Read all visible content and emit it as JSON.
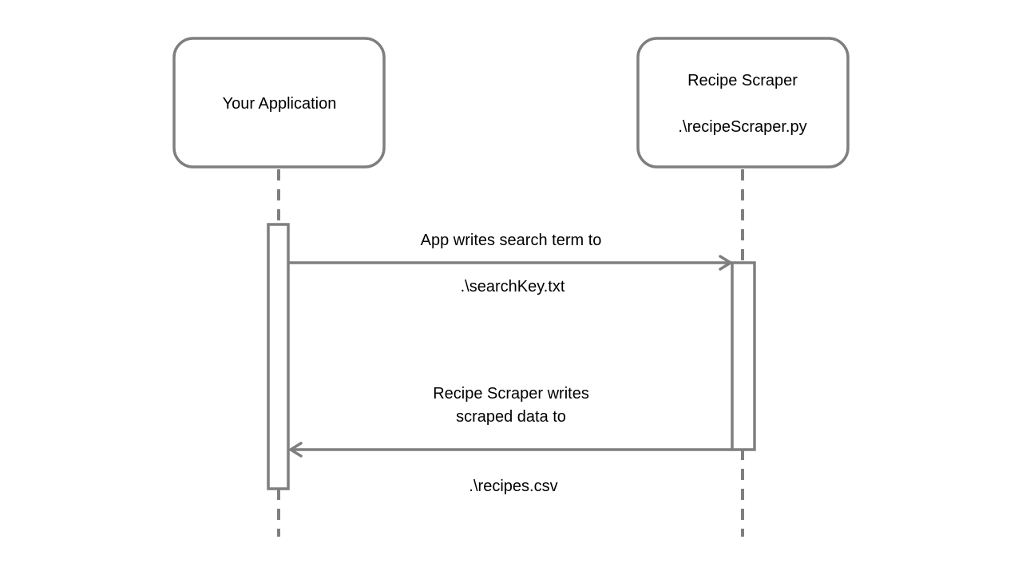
{
  "colors": {
    "stroke": "#7f7f7f",
    "fill": "#ffffff",
    "text": "#000000"
  },
  "participants": [
    {
      "name": "Your Application",
      "lines": [
        "Your Application"
      ]
    },
    {
      "name": "Recipe Scraper",
      "lines": [
        "Recipe Scraper",
        "",
        ".\\recipeScraper.py"
      ]
    }
  ],
  "messages": [
    {
      "from": "Your Application",
      "to": "Recipe Scraper",
      "label_above": [
        "App writes search term to"
      ],
      "label_below": [
        ".\\searchKey.txt"
      ]
    },
    {
      "from": "Recipe Scraper",
      "to": "Your Application",
      "label_above": [
        "Recipe Scraper writes",
        "scraped data to"
      ],
      "label_below": [
        ".\\recipes.csv"
      ]
    }
  ]
}
